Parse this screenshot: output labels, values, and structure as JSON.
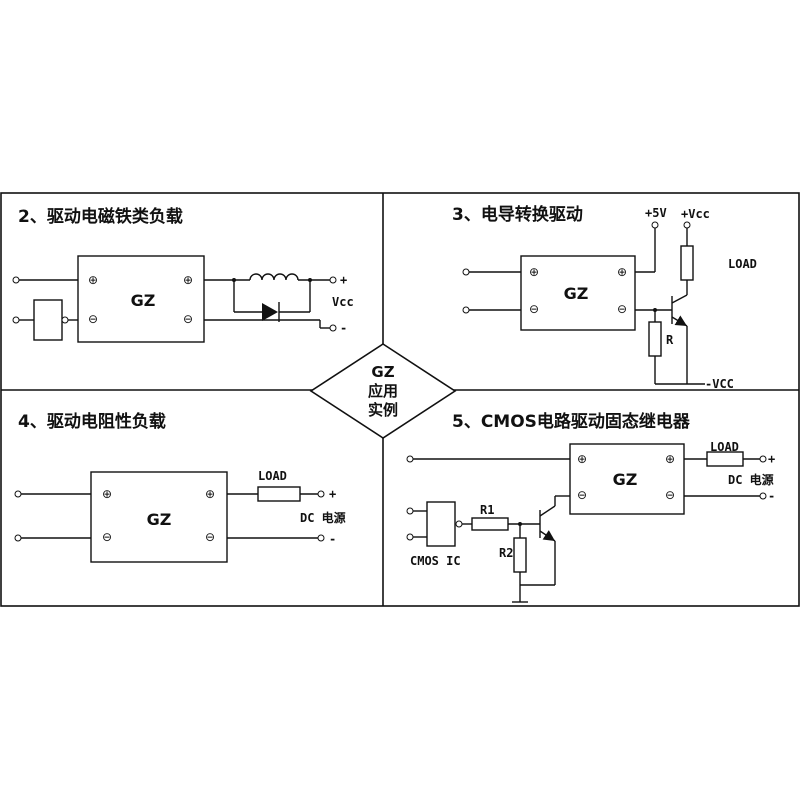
{
  "panels": {
    "p2": {
      "title": "2、驱动电磁铁类负载",
      "module": "GZ",
      "plus": "+",
      "minus": "-",
      "vcc": "Vcc"
    },
    "p3": {
      "title": "3、电导转换驱动",
      "module": "GZ",
      "v5": "+5V",
      "vcc": "+Vcc",
      "load": "LOAD",
      "r": "R",
      "neg_vcc": "-VCC"
    },
    "p4": {
      "title": "4、驱动电阻性负载",
      "module": "GZ",
      "load": "LOAD",
      "plus": "+",
      "minus": "-",
      "dc": "DC 电源"
    },
    "p5": {
      "title": "5、CMOS电路驱动固态继电器",
      "module": "GZ",
      "load": "LOAD",
      "plus": "+",
      "minus": "-",
      "dc": "DC 电源",
      "r1": "R1",
      "r2": "R2",
      "cmos": "CMOS IC"
    }
  },
  "center": {
    "line1": "GZ",
    "line2": "应用",
    "line3": "实例"
  },
  "symbols": {
    "pos": "⊕",
    "neg": "⊖"
  }
}
